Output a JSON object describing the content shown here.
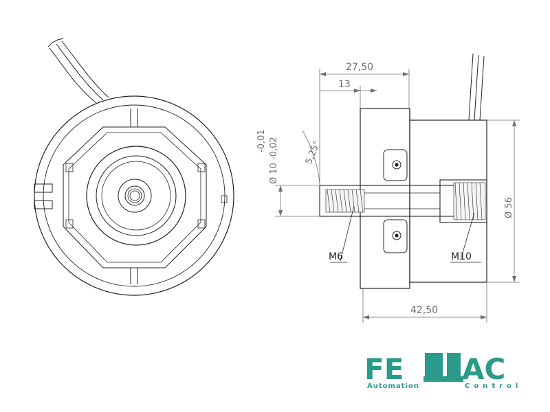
{
  "dimensions": {
    "overall_length": "42,50",
    "length_a": "27,50",
    "length_b": "13",
    "angle": "5,25°",
    "diameter_outer": "Ø 56",
    "shaft_tol_upper": "-0,01",
    "shaft_diameter": "Ø 10 -0,02"
  },
  "callouts": {
    "thread_small": "M6",
    "thread_large": "M10"
  },
  "logo": {
    "left": "FE",
    "right": "AC",
    "sub_left": "Automation",
    "sub_right": "Control",
    "color": "#2a9a8a"
  },
  "colors": {
    "line": "#222222",
    "dim": "#6f6f6f"
  }
}
